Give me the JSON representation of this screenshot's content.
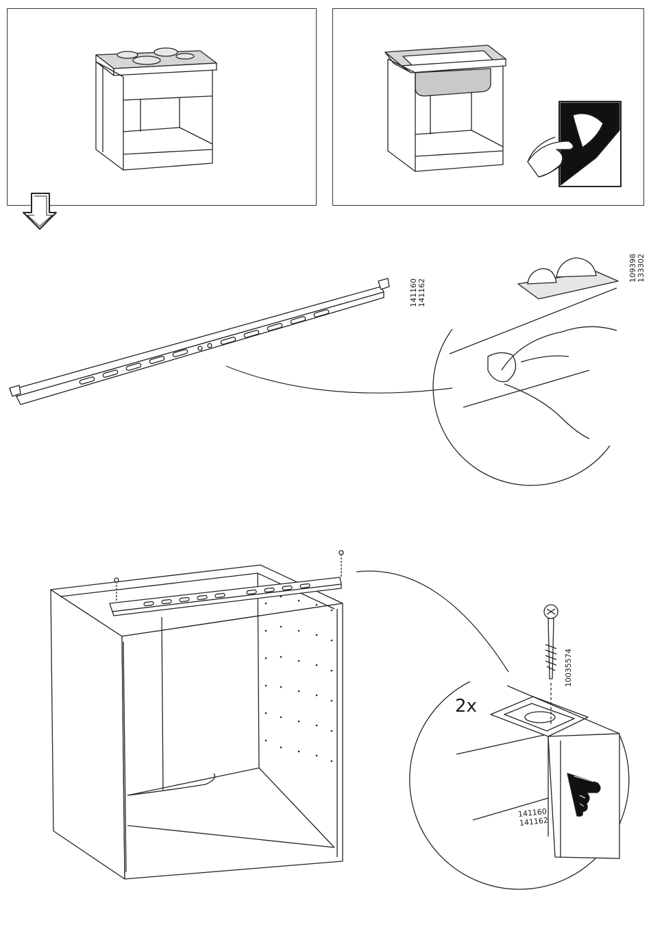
{
  "panels": {
    "left": {
      "icon": "cooktop-cabinet-icon"
    },
    "right": {
      "icon": "sink-cabinet-icon",
      "badge_icon": "peel-sticker-icon"
    }
  },
  "step1": {
    "rail_codes": [
      "141160",
      "141162"
    ],
    "bumper_codes": [
      "109398",
      "133302"
    ]
  },
  "step2": {
    "screw_code": "10035574",
    "quantity": "2x",
    "rail_codes": [
      "141160",
      "141162"
    ]
  }
}
